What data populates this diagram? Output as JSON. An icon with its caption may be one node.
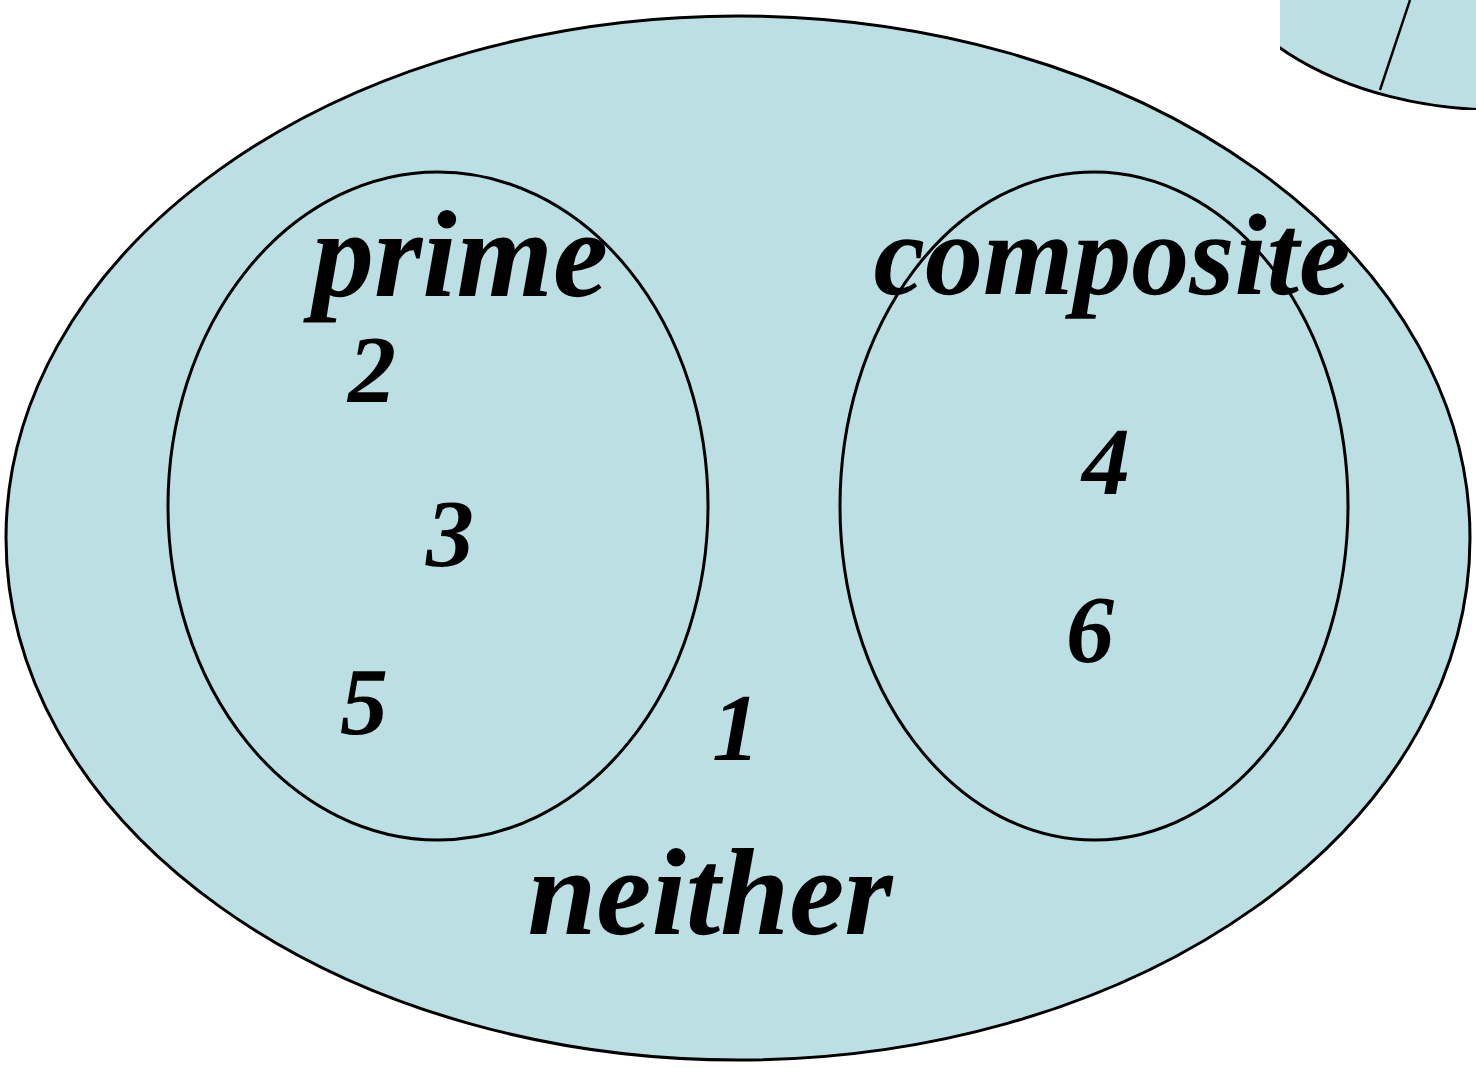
{
  "diagram": {
    "nodes": [
      {
        "text": [
          "1",
          "neither"
        ]
      },
      {
        "text": [
          "prime",
          "2",
          "3",
          "5"
        ],
        "in": 0
      },
      {
        "text": [
          "composite",
          "4",
          "6"
        ],
        "in": 0
      },
      {
        "text": [],
        "shape": "ellipse"
      }
    ]
  }
}
